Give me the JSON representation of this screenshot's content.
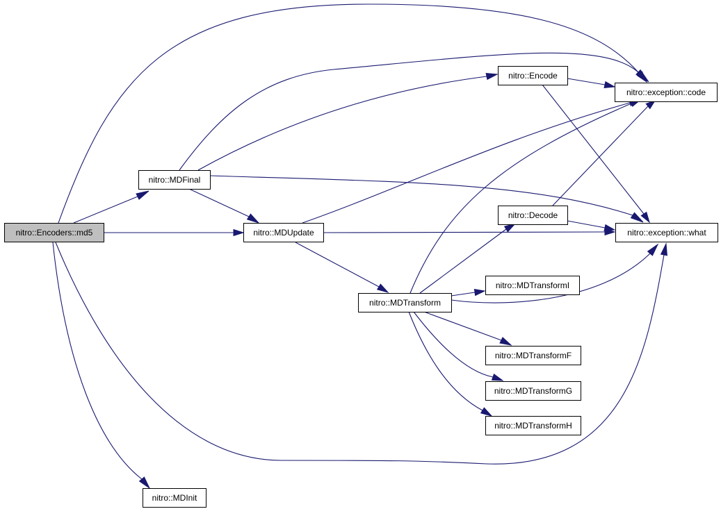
{
  "nodes": [
    {
      "id": "md5",
      "label": "nitro::Encoders::md5",
      "root": true
    },
    {
      "id": "mdfinal",
      "label": "nitro::MDFinal"
    },
    {
      "id": "mdupdate",
      "label": "nitro::MDUpdate"
    },
    {
      "id": "mdinit",
      "label": "nitro::MDInit"
    },
    {
      "id": "encode",
      "label": "nitro::Encode"
    },
    {
      "id": "decode",
      "label": "nitro::Decode"
    },
    {
      "id": "mdtransform",
      "label": "nitro::MDTransform"
    },
    {
      "id": "code",
      "label": "nitro::exception::code"
    },
    {
      "id": "what",
      "label": "nitro::exception::what"
    },
    {
      "id": "mdtransformi",
      "label": "nitro::MDTransformI"
    },
    {
      "id": "mdtransformf",
      "label": "nitro::MDTransformF"
    },
    {
      "id": "mdtransformg",
      "label": "nitro::MDTransformG"
    },
    {
      "id": "mdtransformh",
      "label": "nitro::MDTransformH"
    }
  ],
  "edges": [
    {
      "from": "md5",
      "to": "mdfinal"
    },
    {
      "from": "md5",
      "to": "mdupdate"
    },
    {
      "from": "md5",
      "to": "mdinit"
    },
    {
      "from": "md5",
      "to": "code"
    },
    {
      "from": "md5",
      "to": "what"
    },
    {
      "from": "mdfinal",
      "to": "encode"
    },
    {
      "from": "mdfinal",
      "to": "code"
    },
    {
      "from": "mdfinal",
      "to": "what"
    },
    {
      "from": "mdfinal",
      "to": "mdupdate"
    },
    {
      "from": "mdupdate",
      "to": "code"
    },
    {
      "from": "mdupdate",
      "to": "what"
    },
    {
      "from": "mdupdate",
      "to": "mdtransform"
    },
    {
      "from": "encode",
      "to": "code"
    },
    {
      "from": "encode",
      "to": "what"
    },
    {
      "from": "decode",
      "to": "code"
    },
    {
      "from": "decode",
      "to": "what"
    },
    {
      "from": "mdtransform",
      "to": "code"
    },
    {
      "from": "mdtransform",
      "to": "decode"
    },
    {
      "from": "mdtransform",
      "to": "what"
    },
    {
      "from": "mdtransform",
      "to": "mdtransformi"
    },
    {
      "from": "mdtransform",
      "to": "mdtransformf"
    },
    {
      "from": "mdtransform",
      "to": "mdtransformg"
    },
    {
      "from": "mdtransform",
      "to": "mdtransformh"
    }
  ],
  "colors": {
    "edge": "#191970",
    "root_fill": "#bfbfbf",
    "node_fill": "#ffffff",
    "node_border": "#000000"
  }
}
